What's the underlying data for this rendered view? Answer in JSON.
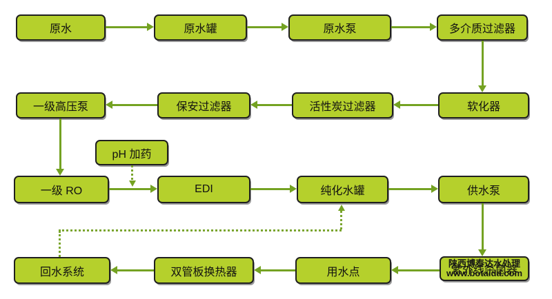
{
  "diagram": {
    "type": "process-flow",
    "background": "#ffffff",
    "colors": {
      "node_fill": "#b5d02c",
      "node_border": "#1f1f1f",
      "arrow_solid": "#74a222",
      "arrow_dotted": "#7aa52e",
      "text": "#111111"
    },
    "nodes": {
      "raw_water": {
        "label": "原水"
      },
      "raw_water_tank": {
        "label": "原水罐"
      },
      "raw_water_pump": {
        "label": "原水泵"
      },
      "multimedia_filter": {
        "label": "多介质过滤器"
      },
      "high_pressure_pump": {
        "label": "一级高压泵"
      },
      "security_filter": {
        "label": "保安过滤器"
      },
      "carbon_filter": {
        "label": "活性炭过滤器"
      },
      "softener": {
        "label": "软化器"
      },
      "ph_dosing": {
        "label": "pH 加药"
      },
      "ro_stage1": {
        "label": "一级 RO"
      },
      "edi": {
        "label": "EDI"
      },
      "purified_tank": {
        "label": "纯化水罐"
      },
      "supply_pump": {
        "label": "供水泵"
      },
      "uv_sterilizer": {
        "label": "紫外线杀菌器"
      },
      "use_point": {
        "label": "用水点"
      },
      "heat_exchanger": {
        "label": "双管板换热器"
      },
      "return_system": {
        "label": "回水系统"
      }
    },
    "edges": [
      {
        "from": "raw_water",
        "to": "raw_water_tank",
        "style": "solid"
      },
      {
        "from": "raw_water_tank",
        "to": "raw_water_pump",
        "style": "solid"
      },
      {
        "from": "raw_water_pump",
        "to": "multimedia_filter",
        "style": "solid"
      },
      {
        "from": "multimedia_filter",
        "to": "softener",
        "style": "solid"
      },
      {
        "from": "softener",
        "to": "carbon_filter",
        "style": "solid"
      },
      {
        "from": "carbon_filter",
        "to": "security_filter",
        "style": "solid"
      },
      {
        "from": "security_filter",
        "to": "high_pressure_pump",
        "style": "solid"
      },
      {
        "from": "high_pressure_pump",
        "to": "ro_stage1",
        "style": "solid"
      },
      {
        "from": "ph_dosing",
        "to": "ro_stage1-edi-line",
        "style": "dotted"
      },
      {
        "from": "ro_stage1",
        "to": "edi",
        "style": "solid"
      },
      {
        "from": "edi",
        "to": "purified_tank",
        "style": "solid"
      },
      {
        "from": "purified_tank",
        "to": "supply_pump",
        "style": "solid"
      },
      {
        "from": "supply_pump",
        "to": "uv_sterilizer",
        "style": "solid"
      },
      {
        "from": "uv_sterilizer",
        "to": "use_point",
        "style": "solid"
      },
      {
        "from": "use_point",
        "to": "heat_exchanger",
        "style": "solid"
      },
      {
        "from": "heat_exchanger",
        "to": "return_system",
        "style": "solid"
      },
      {
        "from": "return_system",
        "to": "purified_tank",
        "style": "dotted"
      }
    ],
    "watermark": {
      "line1": "陕西博泰达水处理",
      "line2": "www.botaida.com"
    }
  }
}
